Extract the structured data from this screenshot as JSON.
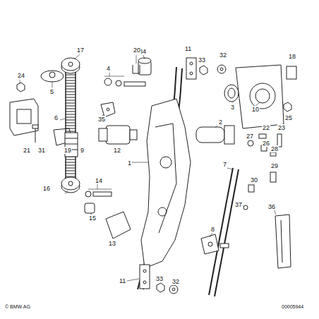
{
  "diagram": {
    "labels": [
      "24",
      "17",
      "34",
      "20",
      "4",
      "11",
      "33",
      "32",
      "18",
      "5",
      "6",
      "3",
      "10",
      "25",
      "35",
      "2",
      "22",
      "23",
      "27",
      "26",
      "28",
      "21",
      "31",
      "19",
      "9",
      "12",
      "7",
      "29",
      "30",
      "14",
      "16",
      "1",
      "15",
      "13",
      "37",
      "36",
      "8",
      "11",
      "33",
      "32",
      "© BMW AG",
      "00005944"
    ]
  }
}
